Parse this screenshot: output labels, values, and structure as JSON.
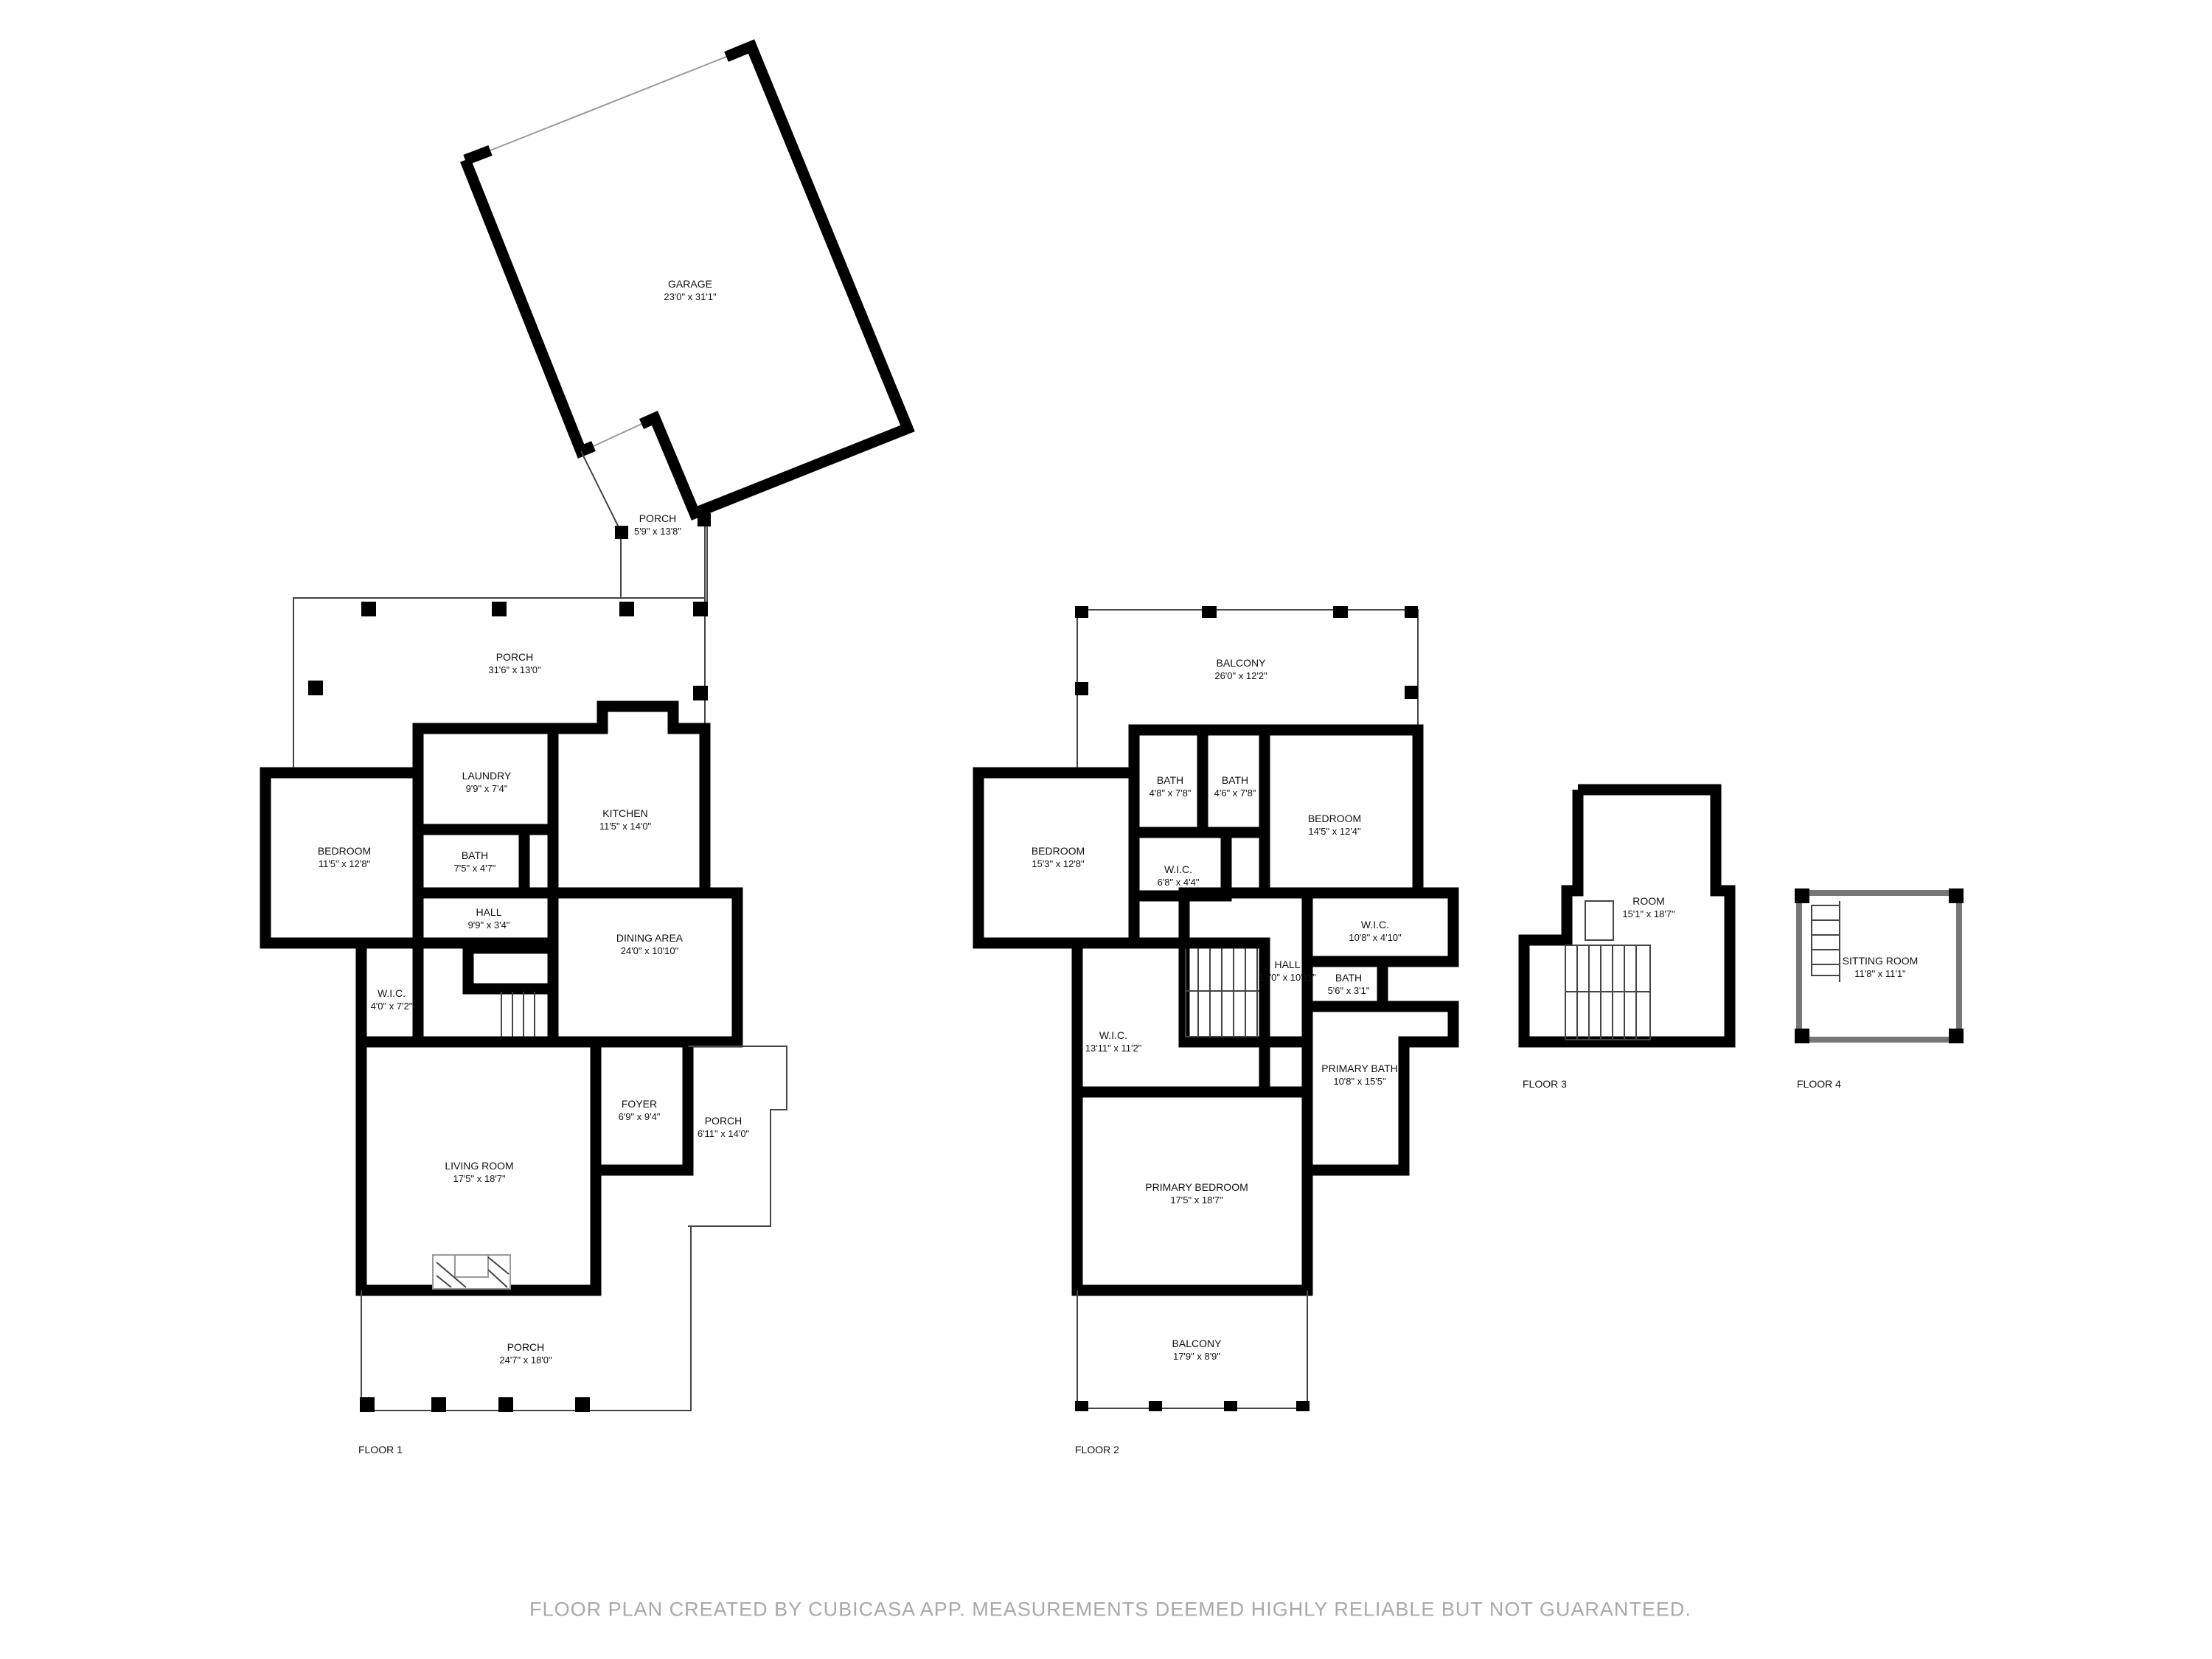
{
  "floors": [
    {
      "label": "FLOOR 1",
      "rooms": [
        {
          "name": "GARAGE",
          "dims": "23'0\" x 31'1\""
        },
        {
          "name": "PORCH",
          "dims": "5'9\" x 13'8\""
        },
        {
          "name": "PORCH",
          "dims": "31'6\" x 13'0\""
        },
        {
          "name": "BEDROOM",
          "dims": "11'5\" x 12'8\""
        },
        {
          "name": "LAUNDRY",
          "dims": "9'9\" x 7'4\""
        },
        {
          "name": "KITCHEN",
          "dims": "11'5\" x 14'0\""
        },
        {
          "name": "BATH",
          "dims": "7'5\" x 4'7\""
        },
        {
          "name": "HALL",
          "dims": "9'9\" x 3'4\""
        },
        {
          "name": "DINING AREA",
          "dims": "24'0\" x 10'10\""
        },
        {
          "name": "W.I.C.",
          "dims": "4'0\" x 7'2\""
        },
        {
          "name": "FOYER",
          "dims": "6'9\" x 9'4\""
        },
        {
          "name": "PORCH",
          "dims": "6'11\" x 14'0\""
        },
        {
          "name": "LIVING ROOM",
          "dims": "17'5\" x 18'7\""
        },
        {
          "name": "PORCH",
          "dims": "24'7\" x 18'0\""
        }
      ]
    },
    {
      "label": "FLOOR 2",
      "rooms": [
        {
          "name": "BALCONY",
          "dims": "26'0\" x 12'2\""
        },
        {
          "name": "BEDROOM",
          "dims": "15'3\" x 12'8\""
        },
        {
          "name": "BATH",
          "dims": "4'8\" x 7'8\""
        },
        {
          "name": "BATH",
          "dims": "4'6\" x 7'8\""
        },
        {
          "name": "BEDROOM",
          "dims": "14'5\" x 12'4\""
        },
        {
          "name": "W.I.C.",
          "dims": "6'8\" x 4'4\""
        },
        {
          "name": "W.I.C.",
          "dims": "10'8\" x 4'10\""
        },
        {
          "name": "HALL",
          "dims": "13'0\" x 10'11\""
        },
        {
          "name": "BATH",
          "dims": "5'6\" x 3'1\""
        },
        {
          "name": "W.I.C.",
          "dims": "13'11\" x 11'2\""
        },
        {
          "name": "PRIMARY BATH",
          "dims": "10'8\" x 15'5\""
        },
        {
          "name": "PRIMARY BEDROOM",
          "dims": "17'5\" x 18'7\""
        },
        {
          "name": "BALCONY",
          "dims": "17'9\" x 8'9\""
        }
      ]
    },
    {
      "label": "FLOOR 3",
      "rooms": [
        {
          "name": "ROOM",
          "dims": "15'1\" x 18'7\""
        }
      ]
    },
    {
      "label": "FLOOR 4",
      "rooms": [
        {
          "name": "SITTING ROOM",
          "dims": "11'8\" x 11'1\""
        }
      ]
    }
  ],
  "footer": "FLOOR PLAN CREATED BY CUBICASA APP. MEASUREMENTS DEEMED HIGHLY RELIABLE BUT NOT GUARANTEED."
}
